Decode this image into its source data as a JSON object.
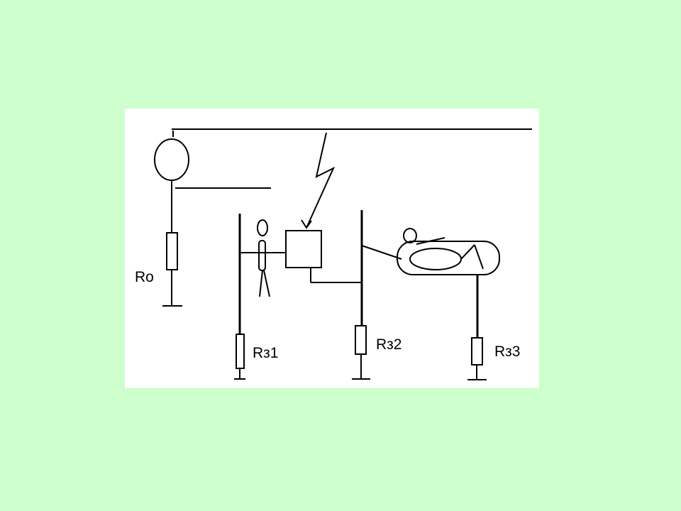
{
  "slide": {
    "background": "#ccffcc",
    "panel_background": "#ffffff"
  },
  "diagram": {
    "labels": {
      "r0": "Ro",
      "rz1": "Rз1",
      "rz2": "Rз2",
      "rz3": "Rз3"
    },
    "elements": [
      "generator-icon",
      "lightning-icon",
      "equipment-box",
      "person-standing-icon",
      "person-lying-icon",
      "resistor-r0",
      "resistor-rz1",
      "resistor-rz2",
      "resistor-rz3",
      "ground-symbols"
    ],
    "line_color": "#000000"
  }
}
